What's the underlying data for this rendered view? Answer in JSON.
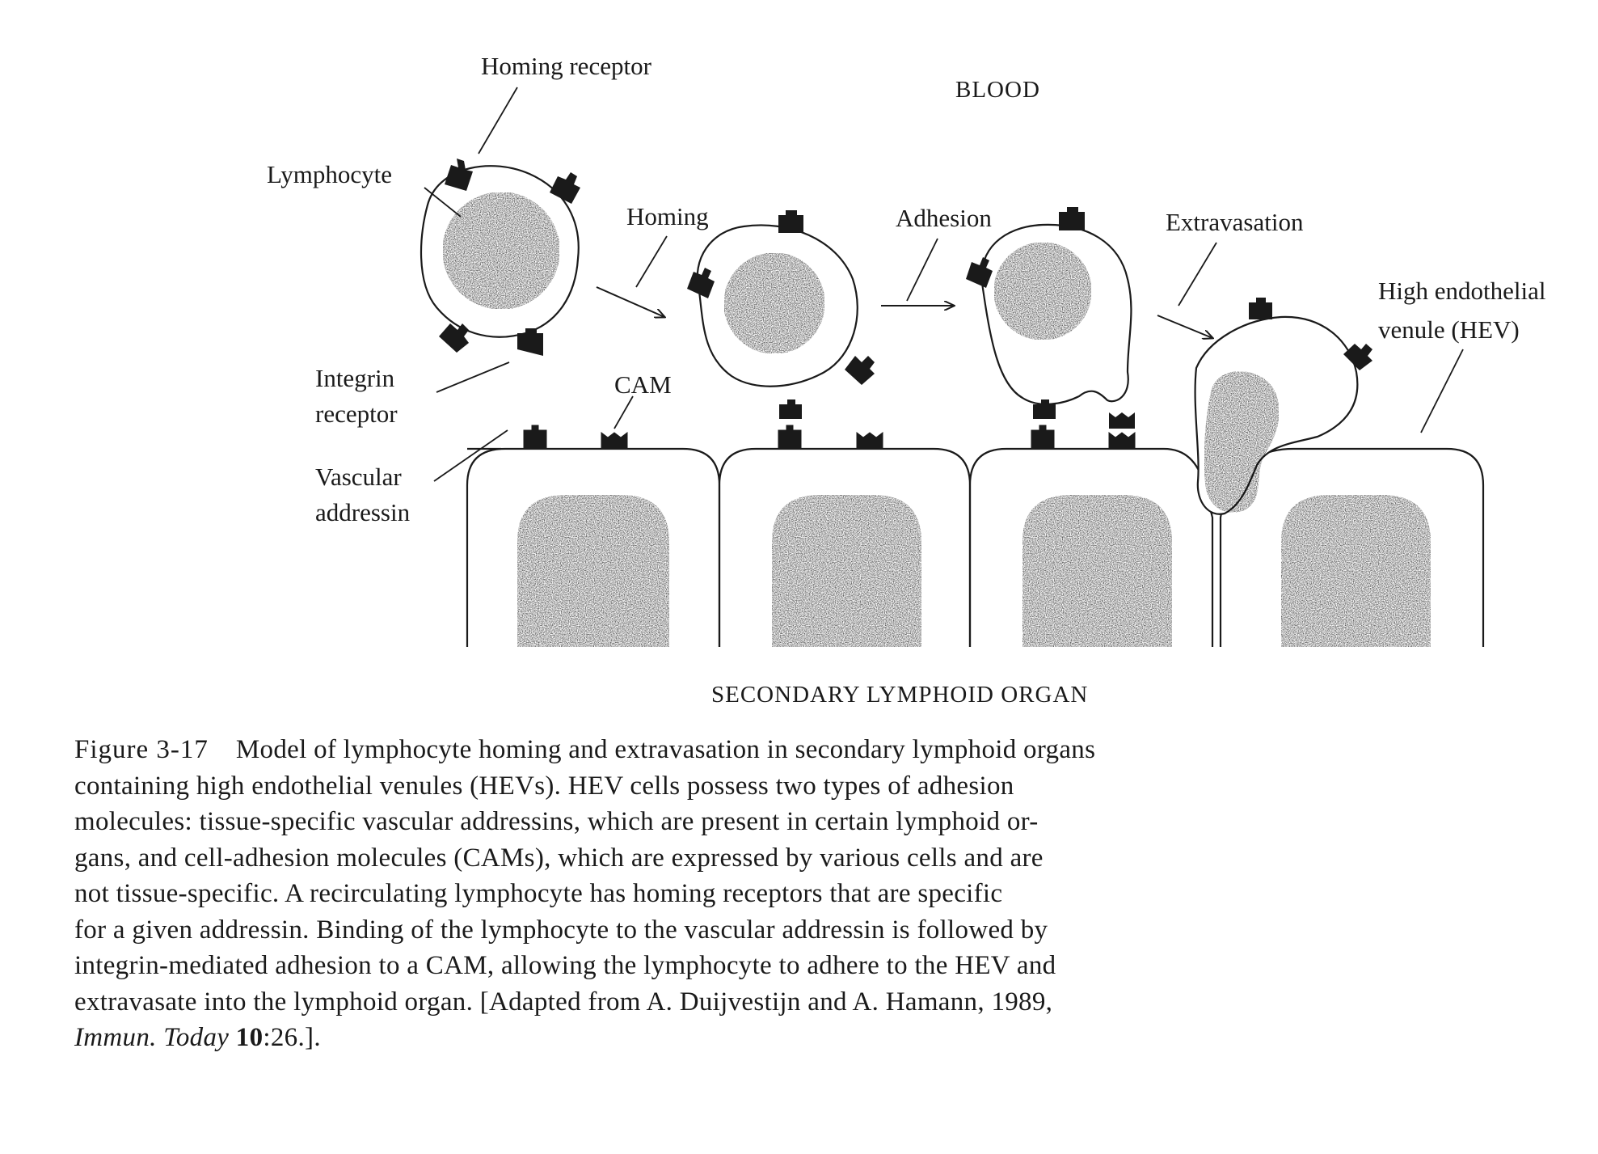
{
  "diagram": {
    "labels": {
      "homing_receptor": "Homing receptor",
      "blood": "BLOOD",
      "lymphocyte": "Lymphocyte",
      "homing": "Homing",
      "adhesion": "Adhesion",
      "extravasation": "Extravasation",
      "hev_line1": "High endothelial",
      "hev_line2": "venule (HEV)",
      "integrin_line1": "Integrin",
      "integrin_line2": "receptor",
      "cam": "CAM",
      "vascular_line1": "Vascular",
      "vascular_line2": "addressin",
      "organ": "SECONDARY LYMPHOID ORGAN"
    }
  },
  "caption": {
    "figure_label": "Figure 3-17",
    "lines": [
      "Model of lymphocyte homing and extravasation in secondary lymphoid organs",
      "containing high endothelial venules (HEVs). HEV cells possess two types of adhesion",
      "molecules: tissue-specific vascular addressins, which are present in certain lymphoid or-",
      "gans, and cell-adhesion molecules (CAMs), which are expressed by various cells and are",
      "not tissue-specific. A recirculating lymphocyte has homing receptors that are specific",
      "for a given addressin. Binding of the lymphocyte to the vascular addressin is followed by",
      "integrin-mediated adhesion to a CAM, allowing the lymphocyte to adhere to the HEV and",
      "extravasate into the lymphoid organ. [Adapted from A. Duijvestijn and A. Hamann, 1989,"
    ],
    "citation_journal": "Immun. Today",
    "citation_volume": "10",
    "citation_page": ":26.]."
  }
}
